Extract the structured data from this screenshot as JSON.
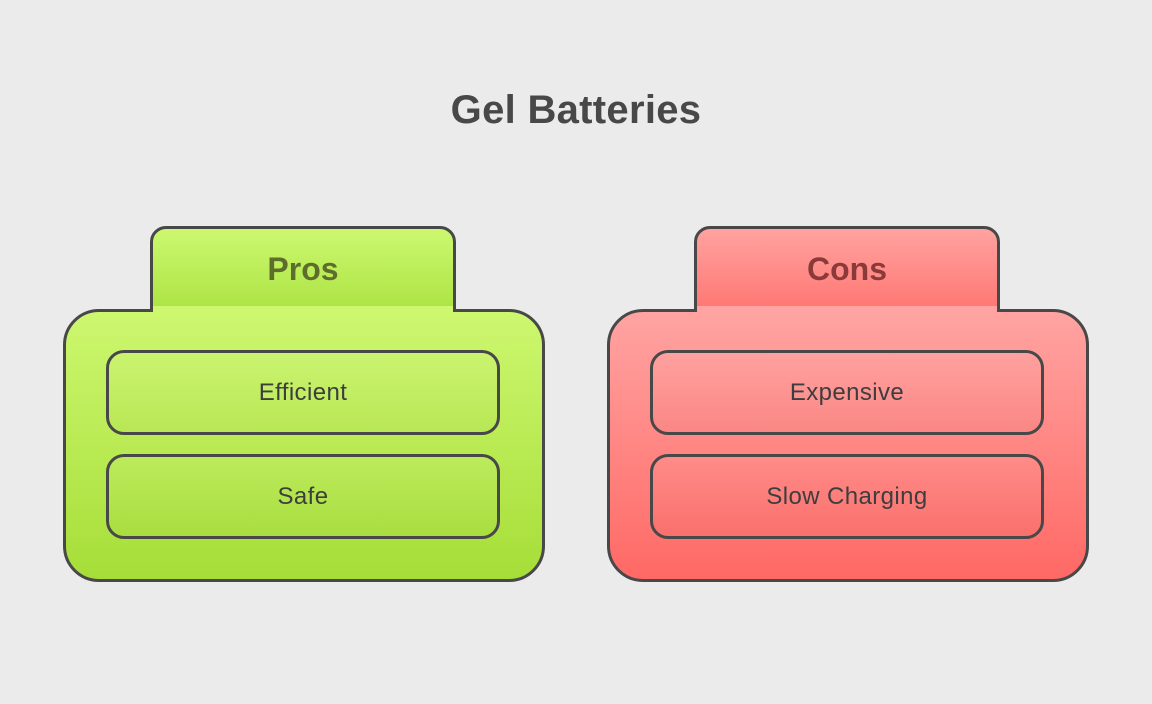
{
  "title": "Gel Batteries",
  "colors": {
    "background": "#ebebeb",
    "pros_fill": "#b8ea52",
    "cons_fill": "#ff8886",
    "outline": "#484848"
  },
  "pros": {
    "header": "Pros",
    "items": [
      "Efficient",
      "Safe"
    ]
  },
  "cons": {
    "header": "Cons",
    "items": [
      "Expensive",
      "Slow Charging"
    ]
  }
}
